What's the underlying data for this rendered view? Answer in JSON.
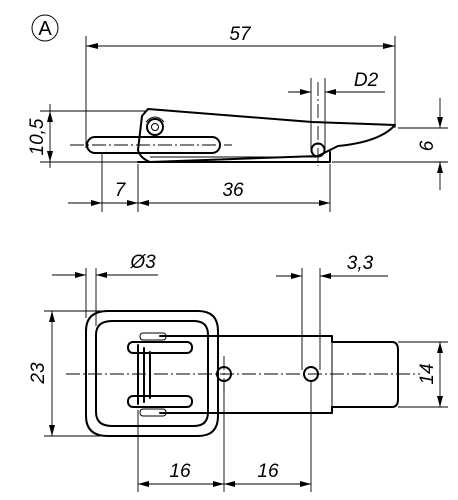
{
  "view_marker": "A",
  "dimensions": {
    "overall_length": "57",
    "hole_diameter_side": "D2",
    "height_left": "10,5",
    "height_right": "6",
    "offset_bottom": "7",
    "length_bottom": "36",
    "hole_diameter_plan": "Ø3",
    "hole_spacing": "3,3",
    "width_frame": "23",
    "width_strap": "14",
    "spacing_left": "16",
    "spacing_right": "16"
  }
}
